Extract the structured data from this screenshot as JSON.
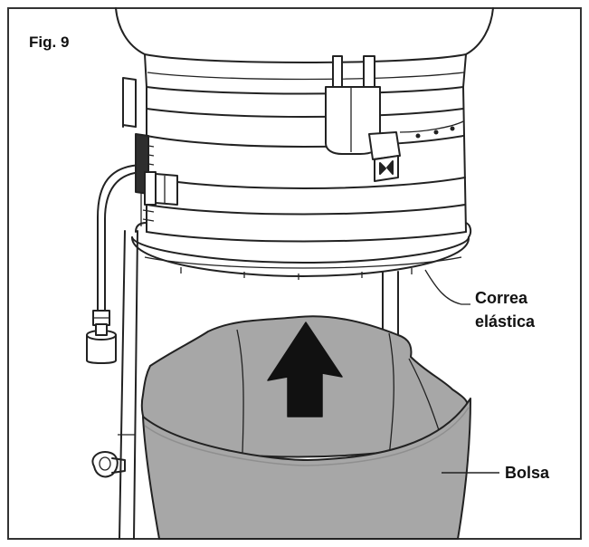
{
  "figure": {
    "label": "Fig. 9"
  },
  "callouts": {
    "strap_line1": "Correa",
    "strap_line2": "elástica",
    "bag": "Bolsa"
  },
  "colors": {
    "bag_fill": "#a7a7a7",
    "bag_shadow": "#8f8f8f",
    "arrow": "#111111",
    "outline": "#222222",
    "frame": "#333333"
  },
  "icons": {
    "arrow": "arrow-up-icon"
  }
}
